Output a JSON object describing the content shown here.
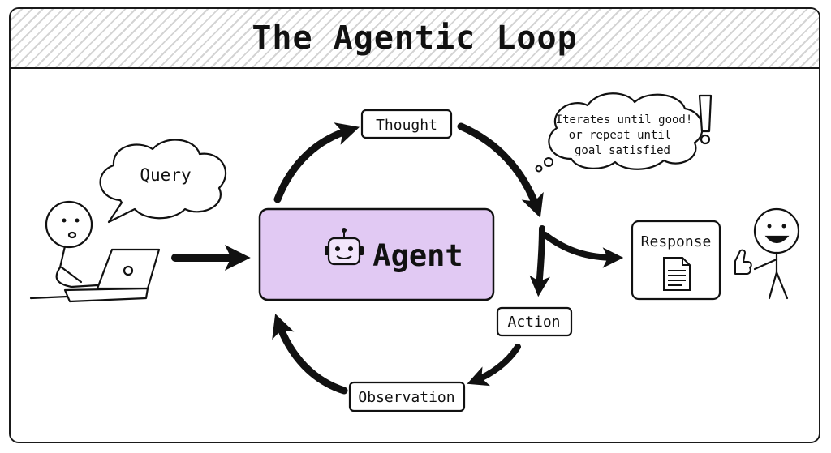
{
  "header": {
    "title": "The Agentic Loop"
  },
  "nodes": {
    "query": "Query",
    "agent": "Agent",
    "thought": "Thought",
    "action": "Action",
    "observation": "Observation",
    "response": "Response"
  },
  "note": {
    "line1": "Iterates until good!",
    "line2": "or repeat until",
    "line3": "goal satisfied"
  },
  "colors": {
    "agent_fill": "#e1c9f3",
    "ink": "#111111"
  },
  "icons": [
    "robot-icon",
    "document-icon",
    "laptop-icon",
    "thumbs-up-icon",
    "exclamation-icon"
  ]
}
